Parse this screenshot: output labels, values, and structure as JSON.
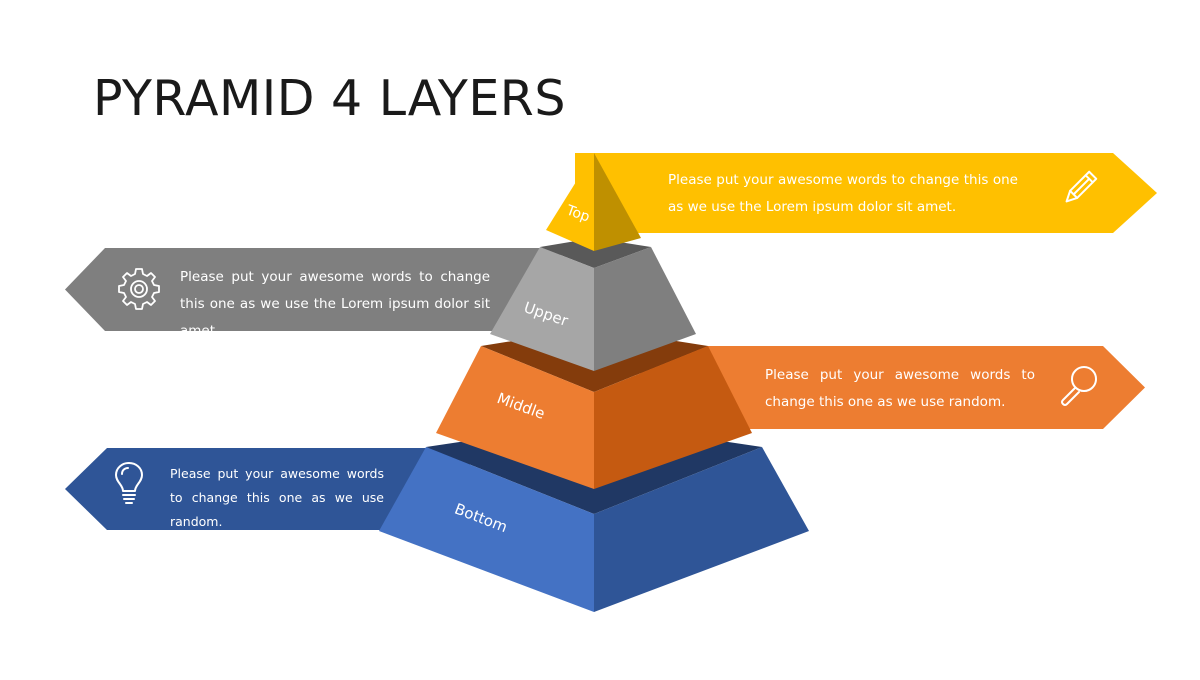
{
  "title": "PYRAMID 4 LAYERS",
  "colors": {
    "top": "#FFC000",
    "upper": "#7F7F7F",
    "middle": "#ED7D31",
    "bottom": "#4472C4"
  },
  "layers": [
    {
      "id": "top",
      "label": "Top",
      "text": "Please put your awesome words to change this one as we use the Lorem ipsum dolor sit amet.",
      "icon": "pencil-icon",
      "side": "right"
    },
    {
      "id": "upper",
      "label": "Upper",
      "text": "Please put your awesome words to change this one as we use the Lorem ipsum dolor sit amet.",
      "icon": "gear-icon",
      "side": "left"
    },
    {
      "id": "middle",
      "label": "Middle",
      "text": "Please put your awesome words to change this one as we use random.",
      "icon": "magnifier-icon",
      "side": "right"
    },
    {
      "id": "bottom",
      "label": "Bottom",
      "text": "Please put your awesome words to change this one as we use random.",
      "icon": "lightbulb-icon",
      "side": "left"
    }
  ]
}
